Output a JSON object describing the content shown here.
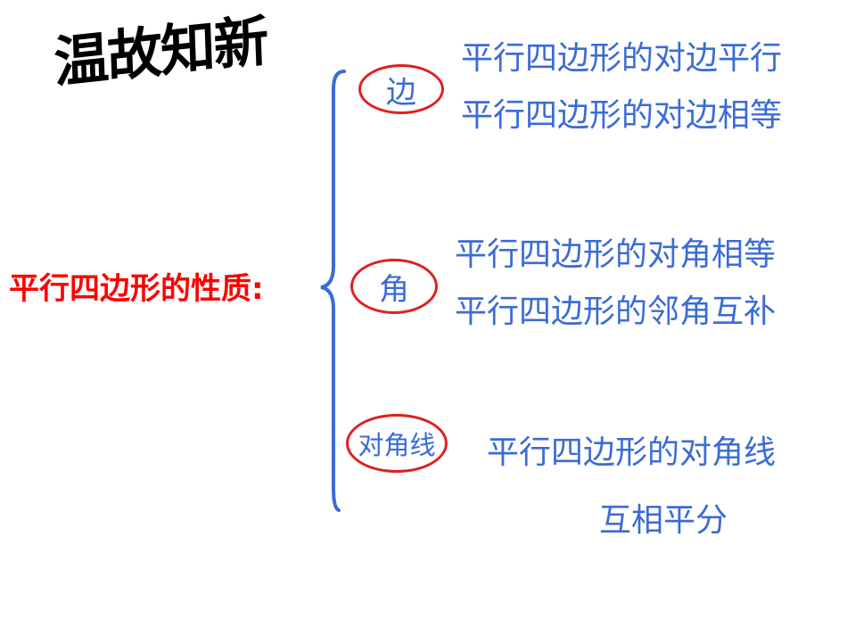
{
  "title": "温故知新",
  "main_label": "平行四边形的性质:",
  "colors": {
    "accent_red": "#ff0000",
    "circle_red": "#e02020",
    "text_blue": "#3b6bd6",
    "brace_blue": "#3b6bd6"
  },
  "categories": [
    {
      "label": "边",
      "properties": [
        "平行四边形的对边平行",
        "平行四边形的对边相等"
      ]
    },
    {
      "label": "角",
      "properties": [
        "平行四边形的对角相等",
        "平行四边形的邻角互补"
      ]
    },
    {
      "label": "对角线",
      "properties": [
        "平行四边形的对角线",
        "互相平分"
      ]
    }
  ]
}
